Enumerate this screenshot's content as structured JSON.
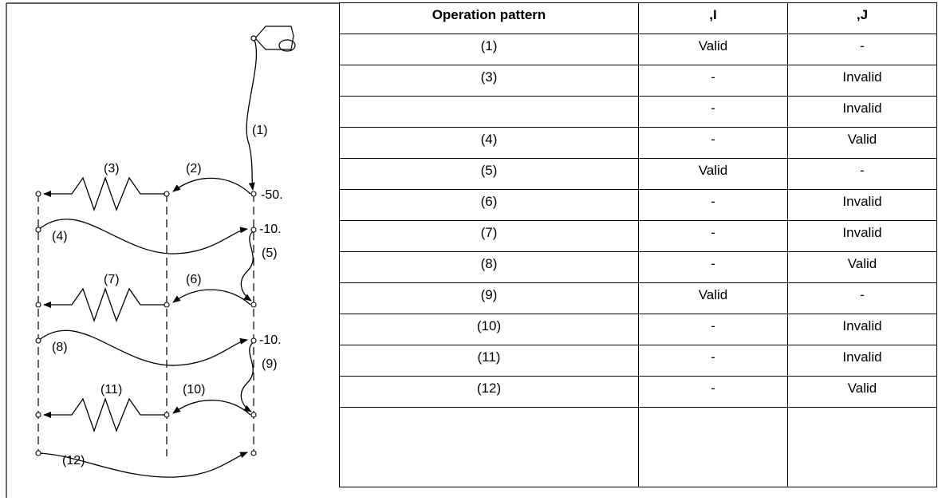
{
  "diagram": {
    "labels": {
      "p1": "(1)",
      "p2": "(2)",
      "p3": "(3)",
      "p4": "(4)",
      "p5": "(5)",
      "p6": "(6)",
      "p7": "(7)",
      "p8": "(8)",
      "p9": "(9)",
      "p10": "(10)",
      "p11": "(11)",
      "p12": "(12)",
      "v50": "-50.",
      "v10a": "-10.",
      "v10b": "-10."
    }
  },
  "table": {
    "headers": [
      "Operation pattern",
      ",I",
      ",J"
    ],
    "rows": [
      [
        "(1)",
        "Valid",
        "-"
      ],
      [
        "(3)",
        "-",
        "Invalid"
      ],
      [
        "",
        "-",
        "Invalid"
      ],
      [
        "(4)",
        "-",
        "Valid"
      ],
      [
        "(5)",
        "Valid",
        "-"
      ],
      [
        "(6)",
        "-",
        "Invalid"
      ],
      [
        "(7)",
        "-",
        "Invalid"
      ],
      [
        "(8)",
        "-",
        "Valid"
      ],
      [
        "(9)",
        "Valid",
        "-"
      ],
      [
        "(10)",
        "-",
        "Invalid"
      ],
      [
        "(11)",
        "-",
        "Invalid"
      ],
      [
        "(12)",
        "-",
        "Valid"
      ],
      [
        "",
        "",
        ""
      ]
    ]
  }
}
